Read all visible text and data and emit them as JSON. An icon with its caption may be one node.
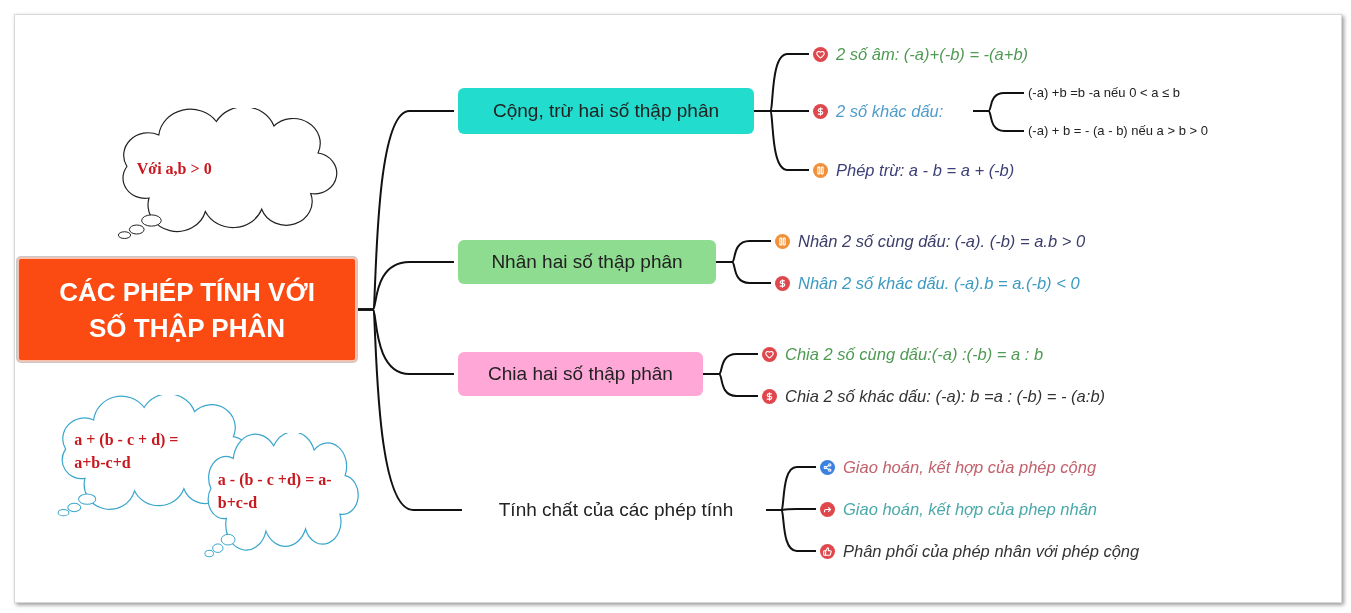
{
  "diagram": {
    "nodes": [
      {
        "text": [
          "CÁC PHÉP TÍNH VỚI SỐ THẬP PHÂN"
        ]
      },
      {
        "text": [
          "Cộng, trừ hai số thập phân"
        ]
      },
      {
        "text": [
          "Nhân hai số thập phân"
        ]
      },
      {
        "text": [
          "Chia hai số thập phân"
        ]
      },
      {
        "text": [
          "Tính chất của các phép tính"
        ]
      },
      {
        "text": [
          "2 số âm: (-a)+(-b) = -(a+b)"
        ]
      },
      {
        "text": [
          "2 số khác dấu:"
        ]
      },
      {
        "text": [
          "(-a) +b =b -a nếu 0 < a ≤ b"
        ]
      },
      {
        "text": [
          "(-a) + b = - (a - b) nếu a > b > 0"
        ]
      },
      {
        "text": [
          "Phép trừ: a - b = a + (-b)"
        ]
      },
      {
        "text": [
          "Nhân 2 số cùng dấu: (-a). (-b) = a.b > 0"
        ]
      },
      {
        "text": [
          "Nhân 2 số khác dấu. (-a).b = a.(-b) < 0"
        ]
      },
      {
        "text": [
          "Chia 2 số cùng dấu:(-a) :(-b) = a : b"
        ]
      },
      {
        "text": [
          "Chia 2 số khác dấu: (-a): b =a : (-b) = - (a:b)"
        ]
      },
      {
        "text": [
          "Giao hoán, kết hợp của phép cộng"
        ]
      },
      {
        "text": [
          "Giao hoán, kết hợp của phep nhân"
        ]
      },
      {
        "text": [
          "Phân phối của phép nhân với phép cộng"
        ]
      },
      {
        "text": [
          "Với a,b > 0"
        ]
      },
      {
        "text": [
          "a + (b - c + d) = a+b-c+d"
        ]
      },
      {
        "text": [
          "a - (b - c +d) = a-b+c-d"
        ]
      }
    ],
    "edges": [
      {
        "from": 0,
        "to": 1,
        "arrow": "none"
      },
      {
        "from": 0,
        "to": 2,
        "arrow": "none"
      },
      {
        "from": 0,
        "to": 3,
        "arrow": "none"
      },
      {
        "from": 0,
        "to": 4,
        "arrow": "none"
      },
      {
        "from": 1,
        "to": 5,
        "arrow": "none"
      },
      {
        "from": 1,
        "to": 6,
        "arrow": "none"
      },
      {
        "from": 1,
        "to": 9,
        "arrow": "none"
      },
      {
        "from": 6,
        "to": 7,
        "arrow": "none"
      },
      {
        "from": 6,
        "to": 8,
        "arrow": "none"
      },
      {
        "from": 2,
        "to": 10,
        "arrow": "none"
      },
      {
        "from": 2,
        "to": 11,
        "arrow": "none"
      },
      {
        "from": 3,
        "to": 12,
        "arrow": "none"
      },
      {
        "from": 3,
        "to": 13,
        "arrow": "none"
      },
      {
        "from": 4,
        "to": 14,
        "arrow": "none"
      },
      {
        "from": 4,
        "to": 15,
        "arrow": "none"
      },
      {
        "from": 4,
        "to": 16,
        "arrow": "none"
      }
    ]
  }
}
